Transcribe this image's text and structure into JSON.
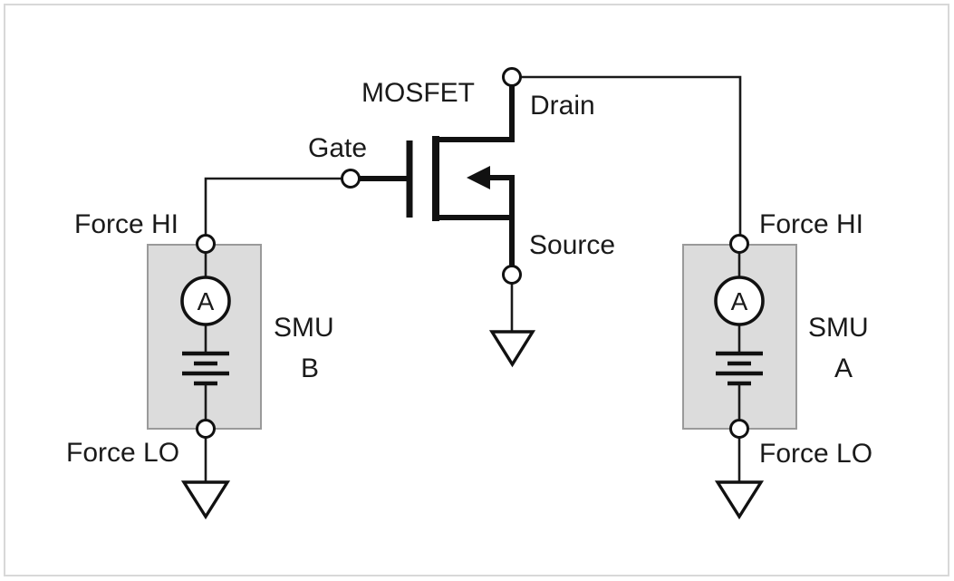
{
  "mosfet": {
    "label": "MOSFET",
    "drain_label": "Drain",
    "gate_label": "Gate",
    "source_label": "Source"
  },
  "smu_b": {
    "name_line1": "SMU",
    "name_line2": "B",
    "force_hi": "Force HI",
    "force_lo": "Force LO",
    "ammeter_label": "A"
  },
  "smu_a": {
    "name_line1": "SMU",
    "name_line2": "A",
    "force_hi": "Force HI",
    "force_lo": "Force LO",
    "ammeter_label": "A"
  },
  "colors": {
    "wire": "#1a1a1a",
    "symbol": "#111111",
    "smu_box_fill": "#dcdcdc",
    "smu_box_border": "#9a9a9a",
    "frame_border": "#d8d8d8",
    "text": "#1a1a1a",
    "background": "#ffffff"
  }
}
